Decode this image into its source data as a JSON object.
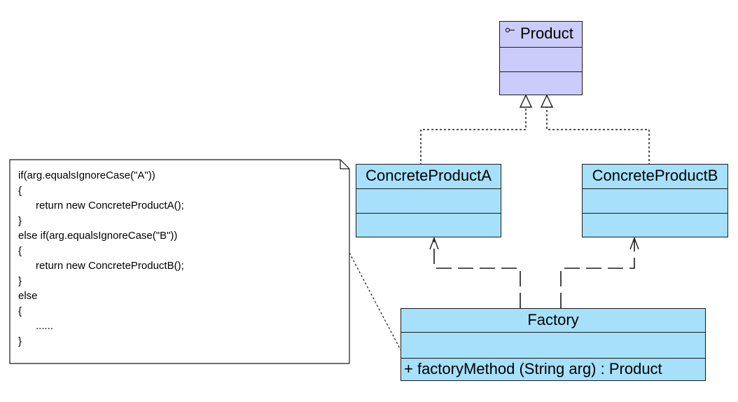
{
  "diagram": {
    "product": {
      "name": "Product",
      "stereotype_icon": "interface-lollipop-icon"
    },
    "concrete_product_a": {
      "name": "ConcreteProductA"
    },
    "concrete_product_b": {
      "name": "ConcreteProductB"
    },
    "factory": {
      "name": "Factory",
      "method": "+  factoryMethod (String arg)  : Product"
    },
    "note": {
      "lines": [
        "if(arg.equalsIgnoreCase(\"A\"))",
        "{",
        "      return new ConcreteProductA();",
        "}",
        "else if(arg.equalsIgnoreCase(\"B\"))",
        "{",
        "      return new ConcreteProductB();",
        "}",
        "else",
        "{",
        "      ......",
        "}"
      ]
    },
    "colors": {
      "interface_fill": "#ccccfa",
      "class_fill": "#a6e0fb",
      "line": "#1a1a1a"
    }
  }
}
